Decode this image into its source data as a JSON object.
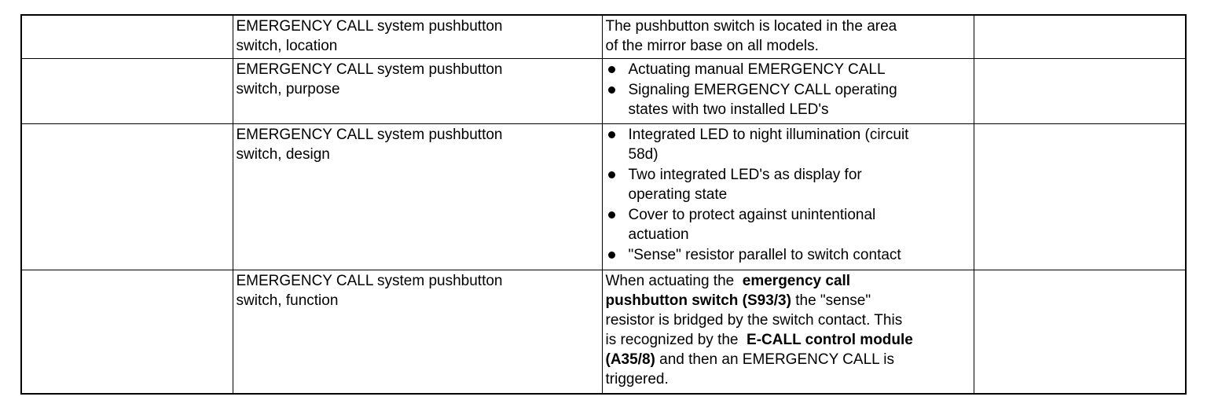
{
  "page": {
    "background_color": "#ffffff",
    "grid_color": "#000000"
  },
  "table": {
    "rows": [
      {
        "topic": "EMERGENCY CALL system pushbutton\nswitch, location",
        "description": "The pushbutton switch is located in the area\nof the mirror base on all models."
      },
      {
        "topic": "EMERGENCY CALL system pushbutton\nswitch, purpose",
        "bullets": [
          "Actuating manual EMERGENCY CALL",
          "Signaling EMERGENCY CALL operating\nstates with two installed LED's"
        ]
      },
      {
        "topic": "EMERGENCY CALL system pushbutton\nswitch, design",
        "bullets": [
          "Integrated LED to night illumination (circuit\n58d)",
          "Two integrated LED's as display for\noperating state",
          "Cover to protect against unintentional\nactuation",
          "\"Sense\" resistor parallel to switch contact"
        ]
      },
      {
        "topic": "EMERGENCY CALL system pushbutton\nswitch, function",
        "segments": [
          {
            "text": "When actuating the  ",
            "bold": false
          },
          {
            "text": "emergency call\npushbutton switch (S93/3)",
            "bold": true
          },
          {
            "text": " the \"sense\"\nresistor is bridged by the switch contact. This\nis recognized by the  ",
            "bold": false
          },
          {
            "text": "E-CALL control module\n(A35/8)",
            "bold": true
          },
          {
            "text": " and then an EMERGENCY CALL is\ntriggered.",
            "bold": false
          }
        ]
      }
    ]
  }
}
